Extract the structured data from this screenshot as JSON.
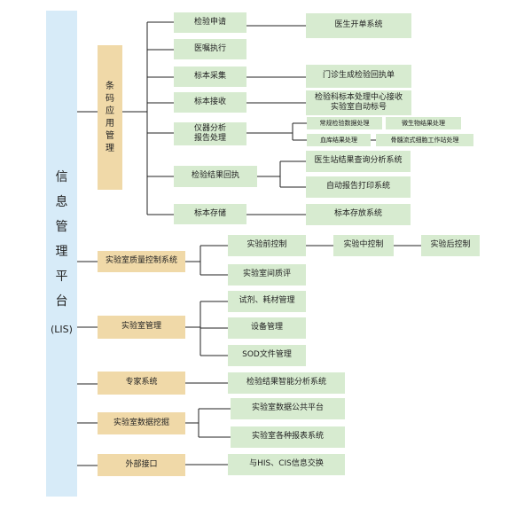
{
  "root": {
    "chars": [
      "信",
      "息",
      "管",
      "理",
      "平",
      "台"
    ],
    "abbr": "(LIS)"
  },
  "categories": {
    "barcode": {
      "chars": [
        "条",
        "码",
        "应",
        "用",
        "管",
        "理"
      ]
    },
    "qc": "实验室质量控制系统",
    "lab_mgmt": "实验室管理",
    "expert": "专家系统",
    "data_mining": "实验室数据挖掘",
    "external": "外部接口"
  },
  "barcode_items": {
    "request": "检验申请",
    "orders": "医嘱执行",
    "sampling": "标本采集",
    "receiving": "标本接收",
    "instrument_line1": "仪器分析",
    "instrument_line2": "报告处理",
    "result_return": "检验结果回执",
    "storage": "标本存储"
  },
  "barcode_details": {
    "doctor_order": "医生开单系统",
    "outpatient_receipt": "门诊生成检验回执单",
    "center_receive_line1": "检验科标本处理中心接收",
    "center_receive_line2": "实验室自动标号",
    "routine": "常规检验数据处理",
    "microbio": "微生物结果处理",
    "blood_bank": "血库结果处理",
    "bone_marrow": "骨髓流式细胞工作站处理",
    "doctor_query": "医生站结果查询分析系统",
    "auto_print": "自动报告打印系统",
    "storage_system": "标本存放系统"
  },
  "qc_items": {
    "pre": "实验前控制",
    "mid": "实验中控制",
    "post": "实验后控制",
    "inter": "实验室间质评"
  },
  "lab_mgmt_items": {
    "reagents": "试剂、耗材管理",
    "equipment": "设备管理",
    "sod": "SOD文件管理"
  },
  "expert_items": {
    "analysis": "检验结果智能分析系统"
  },
  "data_mining_items": {
    "platform": "实验室数据公共平台",
    "reports": "实验室各种报表系统"
  },
  "external_items": {
    "exchange": "与HIS、CIS信息交换"
  },
  "colors": {
    "root_fill": "#d7ebf8",
    "category_fill": "#f0d9a8",
    "item_fill": "#d7ebd0",
    "line": "#222222"
  }
}
